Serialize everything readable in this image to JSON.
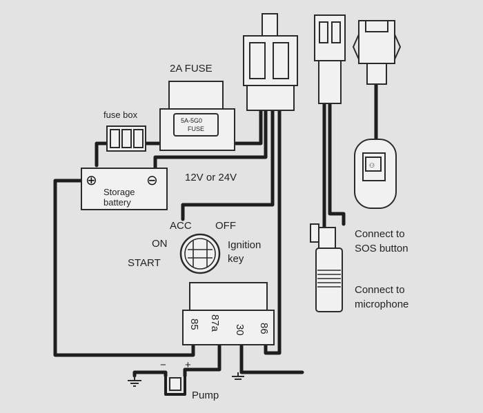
{
  "fuse": {
    "title": "2A FUSE",
    "marking_top": "5A-5G0",
    "marking_bottom": "FUSE"
  },
  "fuse_box": {
    "label": "fuse box"
  },
  "battery": {
    "label_line1": "Storage",
    "label_line2": "battery",
    "plus": "⊕",
    "minus": "⊖"
  },
  "voltage": {
    "label": "12V or 24V"
  },
  "ignition": {
    "pos_acc": "ACC",
    "pos_off": "OFF",
    "pos_on": "ON",
    "pos_start": "START",
    "label_line1": "Ignition",
    "label_line2": "key"
  },
  "relay": {
    "pin_85": "85",
    "pin_87a": "87a",
    "pin_30": "30",
    "pin_86": "86"
  },
  "pump": {
    "label": "Pump",
    "minus": "−",
    "plus": "+"
  },
  "sos": {
    "label_line1": "Connect to",
    "label_line2": "SOS button"
  },
  "mic": {
    "label_line1": "Connect to",
    "label_line2": "microphone"
  }
}
